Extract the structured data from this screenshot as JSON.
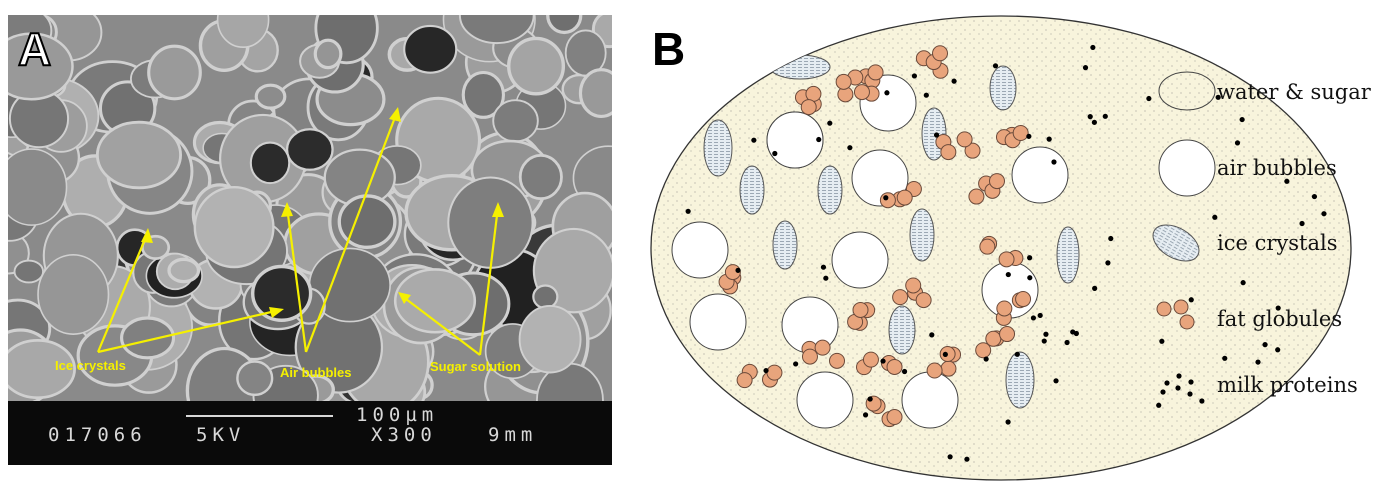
{
  "panel_a": {
    "letter": "A",
    "labels": {
      "ice_crystals": "Ice crystals",
      "air_bubbles": "Air bubbles",
      "sugar_solution": "Sugar solution"
    },
    "info_bar": {
      "scale": "100µm",
      "id": "017066",
      "voltage": "5KV",
      "magnification": "X300",
      "distance": "9mm"
    },
    "colors": {
      "label": "#f5f000",
      "bar": "#0a0a0a"
    }
  },
  "panel_b": {
    "letter": "B",
    "legend": [
      {
        "label": "water & sugar",
        "icon": "water-sugar-swatch"
      },
      {
        "label": "air bubbles",
        "icon": "air-bubble-swatch"
      },
      {
        "label": "ice crystals",
        "icon": "ice-crystal-swatch"
      },
      {
        "label": "fat globules",
        "icon": "fat-globule-swatch"
      },
      {
        "label": "milk proteins",
        "icon": "milk-protein-swatch"
      }
    ],
    "colors": {
      "matrix": "#f8f4dc",
      "fat": "#e8a47c",
      "ice": "#dde6ec",
      "protein": "#000000"
    }
  }
}
